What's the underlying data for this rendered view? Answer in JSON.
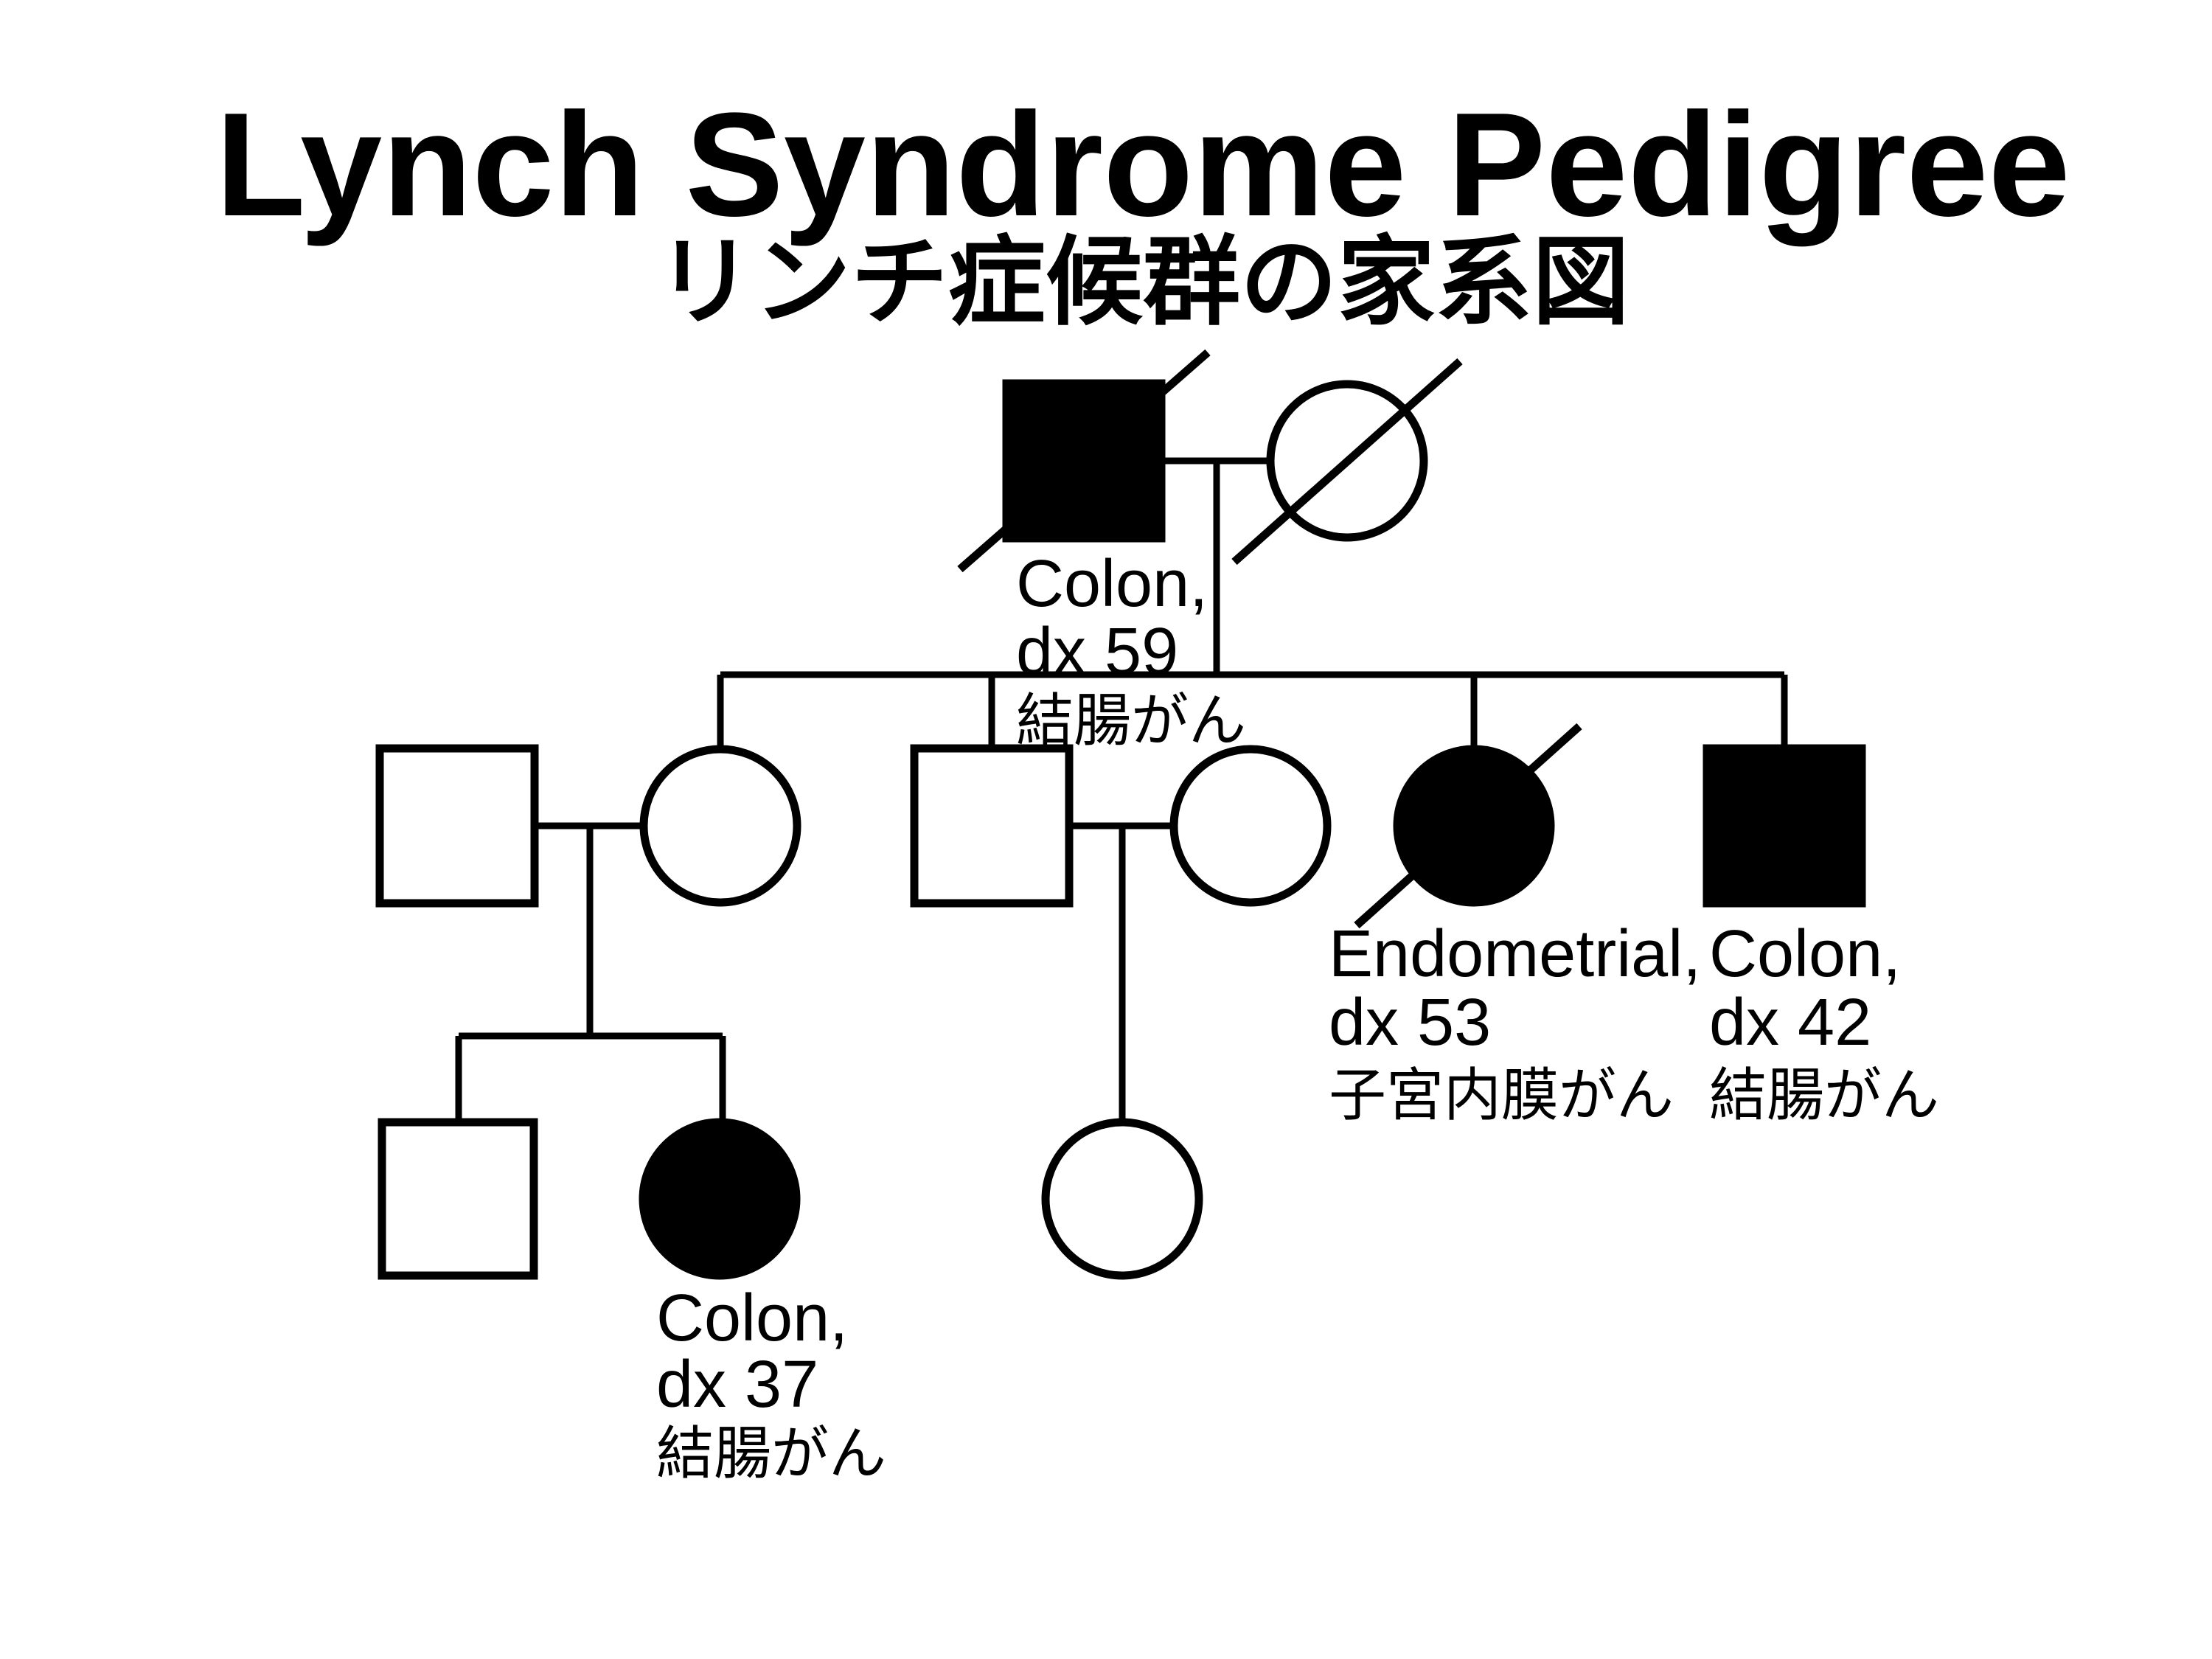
{
  "title": {
    "en": "Lynch Syndrome Pedigree",
    "jp": "リンチ症候群の家系図"
  },
  "colors": {
    "background": "#ffffff",
    "ink": "#000000",
    "affected_fill": "#000000",
    "unaffected_fill": "#ffffff"
  },
  "legend_semantics": {
    "square": "male",
    "circle": "female",
    "filled": "affected by cancer",
    "slash": "deceased"
  },
  "pedigree": {
    "individuals": [
      {
        "id": "I-1",
        "generation": 1,
        "sex": "male",
        "affected": true,
        "deceased": true,
        "label_lines": [
          "Colon,",
          "dx 59",
          "結腸がん"
        ]
      },
      {
        "id": "I-2",
        "generation": 1,
        "sex": "female",
        "affected": false,
        "deceased": true,
        "label_lines": []
      },
      {
        "id": "II-1",
        "generation": 2,
        "sex": "male",
        "affected": false,
        "deceased": false,
        "label_lines": []
      },
      {
        "id": "II-2",
        "generation": 2,
        "sex": "female",
        "affected": false,
        "deceased": false,
        "label_lines": []
      },
      {
        "id": "II-3",
        "generation": 2,
        "sex": "male",
        "affected": false,
        "deceased": false,
        "label_lines": []
      },
      {
        "id": "II-4",
        "generation": 2,
        "sex": "female",
        "affected": false,
        "deceased": false,
        "label_lines": []
      },
      {
        "id": "II-5",
        "generation": 2,
        "sex": "female",
        "affected": true,
        "deceased": true,
        "label_lines": [
          "Endometrial,",
          "dx 53",
          "子宮内膜がん"
        ]
      },
      {
        "id": "II-6",
        "generation": 2,
        "sex": "male",
        "affected": true,
        "deceased": false,
        "label_lines": [
          "Colon,",
          "dx 42",
          "結腸がん"
        ]
      },
      {
        "id": "III-1",
        "generation": 3,
        "sex": "male",
        "affected": false,
        "deceased": false,
        "label_lines": []
      },
      {
        "id": "III-2",
        "generation": 3,
        "sex": "female",
        "affected": true,
        "deceased": false,
        "label_lines": [
          "Colon,",
          "dx 37",
          "結腸がん"
        ]
      },
      {
        "id": "III-3",
        "generation": 3,
        "sex": "female",
        "affected": false,
        "deceased": false,
        "label_lines": []
      }
    ],
    "unions": [
      {
        "partners": [
          "I-1",
          "I-2"
        ],
        "children": [
          "II-2",
          "II-3",
          "II-5",
          "II-6"
        ]
      },
      {
        "partners": [
          "II-1",
          "II-2"
        ],
        "children": [
          "III-1",
          "III-2"
        ]
      },
      {
        "partners": [
          "II-3",
          "II-4"
        ],
        "children": [
          "III-3"
        ]
      }
    ]
  }
}
